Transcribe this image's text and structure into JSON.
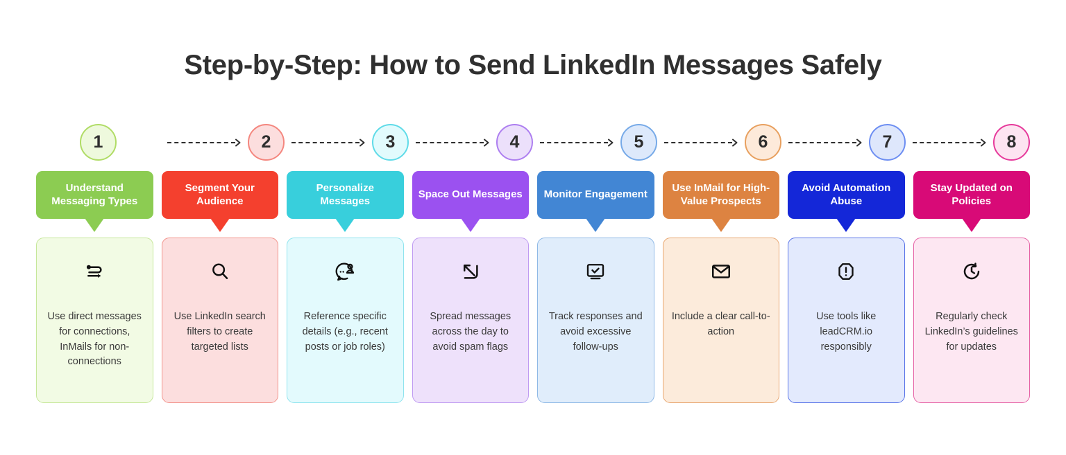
{
  "header": {
    "title": "Step-by-Step: How to Send LinkedIn Messages Safely"
  },
  "arrow": {
    "icon": "arrow-right-dashed"
  },
  "steps": [
    {
      "number": "1",
      "circle_fill": "#eef9dd",
      "circle_border": "#b0dc66",
      "banner_label": "Understand Messaging Types",
      "banner_color": "#8ccc52",
      "card_bg": "#f2fbe4",
      "card_border": "#c6e79a",
      "icon": "exchange-arrows-icon",
      "body": "Use direct messages for connections, InMails for non-connections"
    },
    {
      "number": "2",
      "circle_fill": "#fcdede",
      "circle_border": "#f4877f",
      "banner_label": "Segment Your Audience",
      "banner_color": "#f4402e",
      "card_bg": "#fcdede",
      "card_border": "#f2938b",
      "icon": "search-icon",
      "body": "Use LinkedIn search filters to create targeted lists"
    },
    {
      "number": "3",
      "circle_fill": "#e2fbfd",
      "circle_border": "#5fdbe8",
      "banner_label": "Personalize Messages",
      "banner_color": "#38cfdc",
      "card_bg": "#e3fafd",
      "card_border": "#8fe4ee",
      "icon": "chat-person-icon",
      "body": "Reference specific details (e.g., recent posts or job roles)"
    },
    {
      "number": "4",
      "circle_fill": "#ece0fb",
      "circle_border": "#ad7ef0",
      "banner_label": "Space Out Messages",
      "banner_color": "#9b51f0",
      "card_bg": "#eee1fb",
      "card_border": "#bf9bf2",
      "icon": "arrow-expand-icon",
      "body": "Spread messages across the day to avoid spam flags"
    },
    {
      "number": "5",
      "circle_fill": "#dde9fb",
      "circle_border": "#77aae8",
      "banner_label": "Monitor Engagement",
      "banner_color": "#4286d4",
      "card_bg": "#e0edfb",
      "card_border": "#8fb9e6",
      "icon": "monitor-check-icon",
      "body": "Track responses and avoid excessive follow-ups"
    },
    {
      "number": "6",
      "circle_fill": "#fdeada",
      "circle_border": "#e8a05f",
      "banner_label": "Use InMail for High-Value Prospects",
      "banner_color": "#dd8341",
      "card_bg": "#fcebdb",
      "card_border": "#e8a872",
      "icon": "envelope-icon",
      "body": "Include a clear call-to-action"
    },
    {
      "number": "7",
      "circle_fill": "#dee7fc",
      "circle_border": "#6d8ef2",
      "banner_label": "Avoid Automation Abuse",
      "banner_color": "#1427d8",
      "card_bg": "#e3eafd",
      "card_border": "#5a74e8",
      "icon": "alert-hexagon-icon",
      "body": "Use tools like leadCRM.io responsibly"
    },
    {
      "number": "8",
      "circle_fill": "#fde4f1",
      "circle_border": "#e6399b",
      "banner_label": "Stay Updated on Policies",
      "banner_color": "#d80a77",
      "card_bg": "#fde7f2",
      "card_border": "#e663a6",
      "icon": "clock-refresh-icon",
      "body": "Regularly check LinkedIn’s guidelines for updates"
    }
  ]
}
